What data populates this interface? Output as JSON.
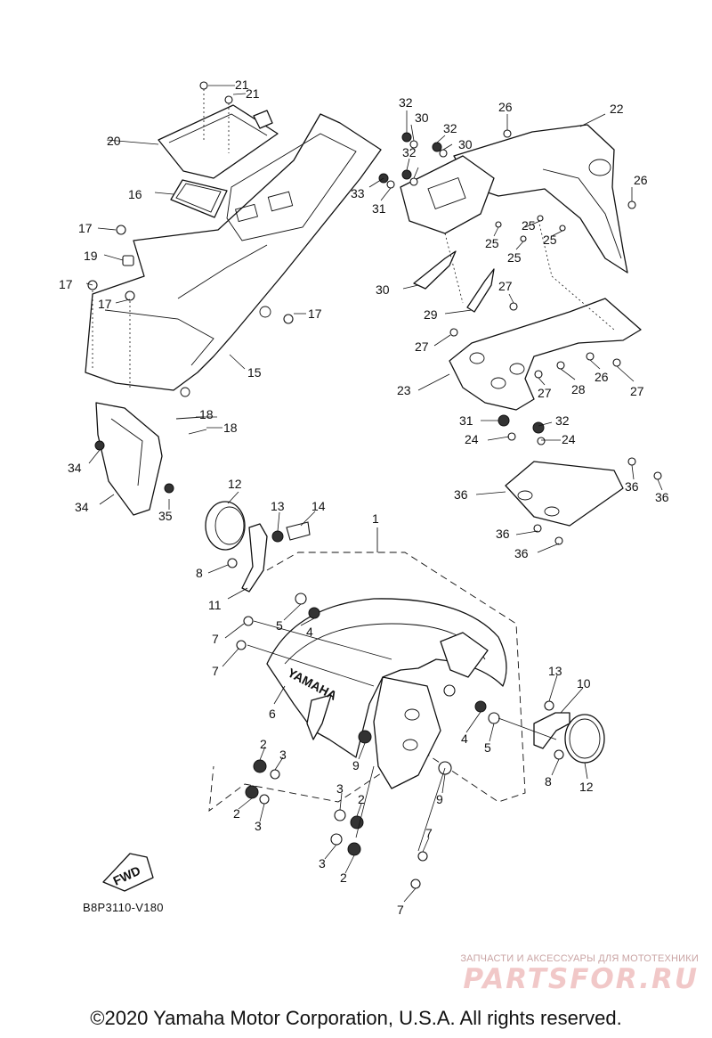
{
  "diagram": {
    "catalog_code": "B8P3110-V180",
    "fwd_label": "FWD",
    "fender_brand": "YAMAHA",
    "part_labels": [
      "1",
      "2",
      "2",
      "2",
      "2",
      "3",
      "3",
      "3",
      "3",
      "4",
      "4",
      "5",
      "5",
      "6",
      "7",
      "7",
      "7",
      "7",
      "8",
      "8",
      "9",
      "9",
      "10",
      "11",
      "12",
      "12",
      "13",
      "13",
      "14",
      "15",
      "16",
      "17",
      "17",
      "17",
      "17",
      "18",
      "18",
      "19",
      "20",
      "21",
      "21",
      "22",
      "23",
      "24",
      "24",
      "25",
      "25",
      "25",
      "25",
      "26",
      "26",
      "26",
      "27",
      "27",
      "27",
      "27",
      "28",
      "29",
      "30",
      "30",
      "30",
      "31",
      "31",
      "32",
      "32",
      "32",
      "32",
      "33",
      "34",
      "34",
      "35",
      "36",
      "36",
      "36",
      "36"
    ]
  },
  "watermark": {
    "tagline": "ЗАПЧАСТИ И АКСЕССУАРЫ ДЛЯ МОТОТЕХНИКИ",
    "brand": "PARTSFOR.RU"
  },
  "footer": {
    "copyright": "©2020 Yamaha Motor Corporation, U.S.A. All rights reserved."
  }
}
